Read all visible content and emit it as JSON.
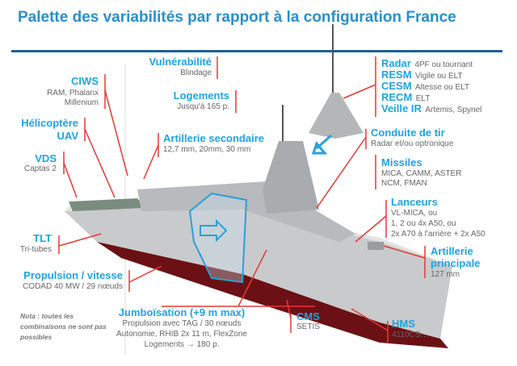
{
  "title": "Palette des variabilités par rapport à la configuration France",
  "labels": {
    "vulnerabilite": {
      "head": "Vulnérabilité",
      "sub": "Blindage"
    },
    "logements": {
      "head": "Logements",
      "sub": "Jusqu'à 165 p."
    },
    "ciws": {
      "head": "CIWS",
      "sub1": "RAM, Phalanx",
      "sub2": "Millenium"
    },
    "helicoptere": {
      "head1": "Hélicoptère",
      "head2": "UAV"
    },
    "vds": {
      "head": "VDS",
      "sub": "Captas 2"
    },
    "artillerie_secondaire": {
      "head": "Artillerie secondaire",
      "sub": "12,7 mm, 20mm, 30 mm"
    },
    "sensors": [
      {
        "head": "Radar",
        "sub": "4PF ou tournant"
      },
      {
        "head": "RESM",
        "sub": "Vigile ou ELT"
      },
      {
        "head": "CESM",
        "sub": "Altesse ou ELT"
      },
      {
        "head": "RECM",
        "sub": "ELT"
      },
      {
        "head": "Veille IR",
        "sub": "Artemis, Spynel"
      }
    ],
    "conduite": {
      "head": "Conduite de tir",
      "sub": "Radar et/ou optronique"
    },
    "missiles": {
      "head": "Missiles",
      "sub1": "MICA, CAMM, ASTER",
      "sub2": "NCM, FMAN"
    },
    "lanceurs": {
      "head": "Lanceurs",
      "sub1": "VL-MICA, ou",
      "sub2": "1, 2 ou 4x A50, ou",
      "sub3": "2x A70 à l'arrière + 2x A50"
    },
    "artillerie_principale": {
      "head1": "Artillerie",
      "head2": "principale",
      "sub": "127 mm"
    },
    "tlt": {
      "head": "TLT",
      "sub": "Tri-tubes"
    },
    "propulsion": {
      "head": "Propulsion / vitesse",
      "sub": "CODAD 40 MW / 29 nœuds"
    },
    "nota": "Nota : toutes les combinaisons ne sont pas possibles",
    "jumbo": {
      "head": "Jumboïsation (+9 m max)",
      "sub1": "Propulsion avec TAG / 30 nœuds",
      "sub2": "Autonomie, RHIB 2x 11 m, FlexZone",
      "sub3": "Logements → 180 p."
    },
    "cms": {
      "head": "CMS",
      "sub": "SETIS"
    },
    "hms": {
      "head": "HMS",
      "sub": "4110CS…"
    }
  }
}
